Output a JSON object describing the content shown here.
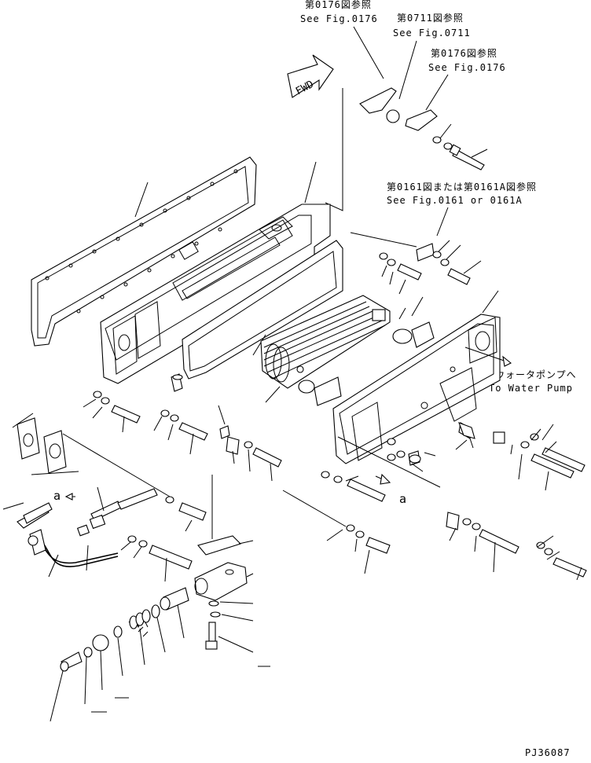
{
  "notes": {
    "fig0176_top_jp": "第0176図参照",
    "fig0176_top_en": "See Fig.0176",
    "fig0711_jp": "第0711図参照",
    "fig0711_en": "See Fig.0711",
    "fig0176_right_jp": "第0176図参照",
    "fig0176_right_en": "See Fig.0176",
    "fig0161_jp": "第0161図または第0161A図参照",
    "fig0161_en": "See Fig.0161 or 0161A",
    "water_pump_jp": "ウォータポンプへ",
    "water_pump_en": "To Water Pump"
  },
  "direction_arrow": "FWD",
  "callouts": {
    "a_left": "a",
    "a_right": "a"
  },
  "drawing_id": "PJ36087"
}
